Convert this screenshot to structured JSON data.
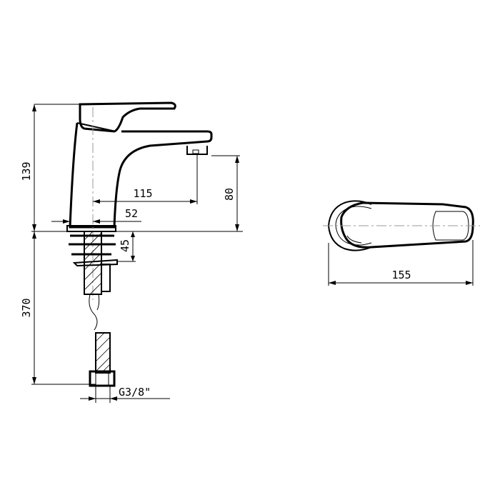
{
  "side_view": {
    "dims": {
      "total_height": "139",
      "spout_reach": "115",
      "spout_height": "80",
      "base_offset": "52",
      "shank_length": "45",
      "hose_length": "370",
      "hose_connection": "G3/8\""
    }
  },
  "top_view": {
    "dims": {
      "length": "155"
    }
  }
}
